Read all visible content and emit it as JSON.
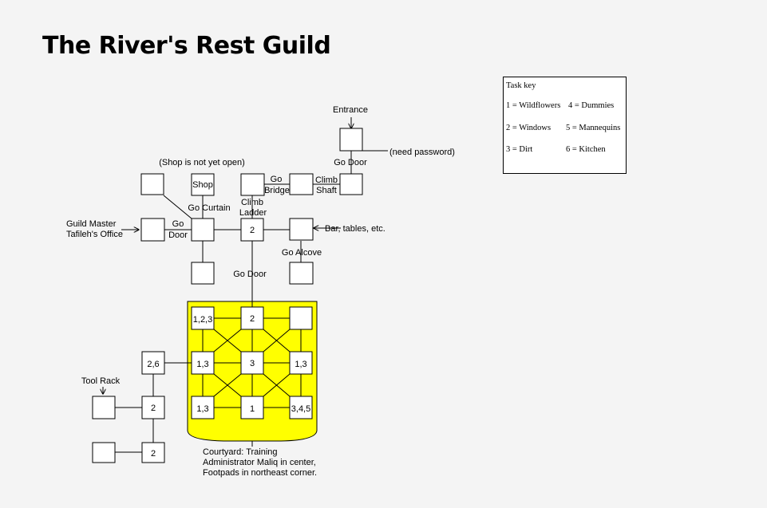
{
  "title": "The River's Rest Guild",
  "colors": {
    "courtyard_fill": "#FFFF00",
    "room_fill": "#FFFFFF",
    "line": "#000000",
    "background": "#F4F4F4"
  },
  "rooms": {
    "entrance_room": "",
    "shaft_room": "",
    "bridge_room": "",
    "ladder_top_room": "",
    "shop": "Shop",
    "nw_room": "",
    "curtain_junction": "",
    "guildmaster_office": "",
    "below_curtain_room": "",
    "hall": "2",
    "bar_room": "",
    "alcove_room": "",
    "yard_n": "2",
    "yard_nw": "1,2,3",
    "yard_ne": "",
    "yard_w": "1,3",
    "yard_center": "3",
    "yard_e": "1,3",
    "yard_sw": "1,3",
    "yard_s": "1",
    "yard_se": "3,4,5",
    "west_yard_26": "2,6",
    "west_yard_2a": "2",
    "tool_rack_room": "",
    "west_yard_2b": "2",
    "west_yard_sw": ""
  },
  "labels": {
    "entrance": "Entrance",
    "need_password": "(need password)",
    "go_door_top": "Go Door",
    "climb": "Climb",
    "shaft": "Shaft",
    "go_bridge_go": "Go",
    "go_bridge_bridge": "Bridge",
    "shop_not_open": "(Shop is not yet open)",
    "go_curtain": "Go Curtain",
    "climb_ladder_climb": "Climb",
    "climb_ladder_ladder": "Ladder",
    "guild_master_1": "Guild Master",
    "guild_master_2": "Tafileh's Office",
    "go_door_west_go": "Go",
    "go_door_west_door": "Door",
    "bar_tables": "Bar, tables, etc.",
    "go_alcove": "Go Alcove",
    "go_door_south": "Go Door",
    "tool_rack": "Tool Rack",
    "courtyard_1": "Courtyard: Training",
    "courtyard_2": "Administrator Maliq in center,",
    "courtyard_3": "Footpads in northeast corner."
  },
  "task_key": {
    "title": "Task key",
    "items": [
      "1 = Wildflowers",
      "4 = Dummies",
      "2 = Windows",
      "5 = Mannequins",
      "3 = Dirt",
      "6 = Kitchen"
    ]
  }
}
